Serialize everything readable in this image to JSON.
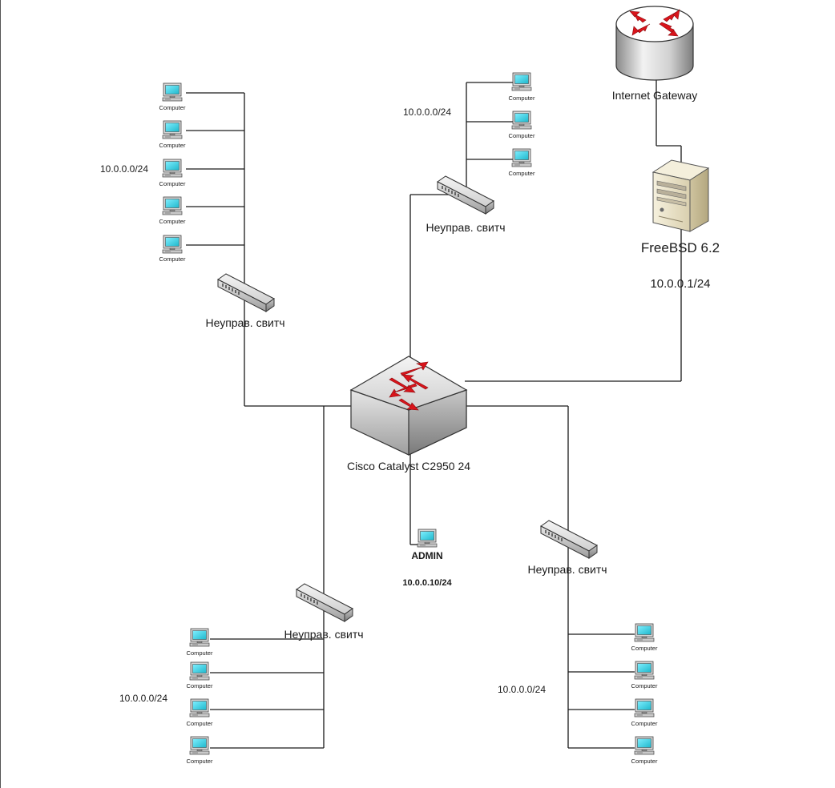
{
  "colors": {
    "line": "#1a1a1a",
    "arrow": "#d9141b",
    "switch_body": "#d8d8d8",
    "monitor_screen": "#3fd7e6",
    "server": "#e9e1c8"
  },
  "core_switch": {
    "label": "Cisco Catalyst C2950 24",
    "icon": "layer3-switch-icon"
  },
  "gateway": {
    "label": "Internet Gateway",
    "icon": "router-icon"
  },
  "server": {
    "label": "FreeBSD 6.2",
    "ip": "10.0.0.1/24",
    "icon": "tower-server-icon"
  },
  "admin": {
    "label": "ADMIN",
    "ip": "10.0.0.10/24",
    "icon": "computer-icon"
  },
  "segments": [
    {
      "id": "top-left",
      "switch_label": "Неуправ. свитч",
      "subnet": "10.0.0.0/24",
      "computers": [
        "Computer",
        "Computer",
        "Computer",
        "Computer",
        "Computer"
      ]
    },
    {
      "id": "top-center",
      "switch_label": "Неуправ. свитч",
      "subnet": "10.0.0.0/24",
      "computers": [
        "Computer",
        "Computer",
        "Computer"
      ]
    },
    {
      "id": "bottom-left",
      "switch_label": "Неуправ. свитч",
      "subnet": "10.0.0.0/24",
      "computers": [
        "Computer",
        "Computer",
        "Computer",
        "Computer"
      ]
    },
    {
      "id": "bottom-right",
      "switch_label": "Неуправ. свитч",
      "subnet": "10.0.0.0/24",
      "computers": [
        "Computer",
        "Computer",
        "Computer",
        "Computer"
      ]
    }
  ]
}
